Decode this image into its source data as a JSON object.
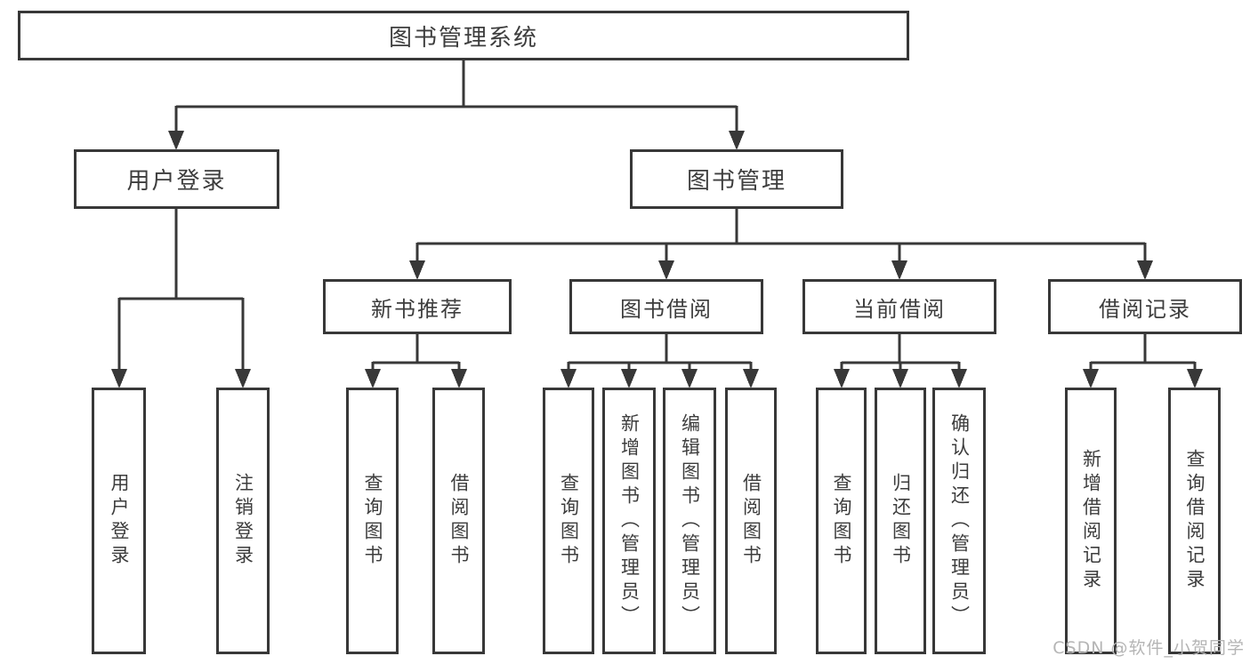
{
  "diagram": {
    "type": "tree",
    "root": {
      "label": "图书管理系统",
      "children": [
        {
          "label": "用户登录",
          "children": [
            {
              "label": "用户登录"
            },
            {
              "label": "注销登录"
            }
          ]
        },
        {
          "label": "图书管理",
          "children": [
            {
              "label": "新书推荐",
              "children": [
                {
                  "label": "查询图书"
                },
                {
                  "label": "借阅图书"
                }
              ]
            },
            {
              "label": "图书借阅",
              "children": [
                {
                  "label": "查询图书"
                },
                {
                  "label": "新增图书（管理员）"
                },
                {
                  "label": "编辑图书（管理员）"
                },
                {
                  "label": "借阅图书"
                }
              ]
            },
            {
              "label": "当前借阅",
              "children": [
                {
                  "label": "查询图书"
                },
                {
                  "label": "归还图书"
                },
                {
                  "label": "确认归还（管理员）"
                }
              ]
            },
            {
              "label": "借阅记录",
              "children": [
                {
                  "label": "新增借阅记录"
                },
                {
                  "label": "查询借阅记录"
                }
              ]
            }
          ]
        }
      ]
    }
  },
  "watermark": {
    "text": "CSDN @软件_小贺同学"
  },
  "colors": {
    "line": "#383838",
    "text": "#3d3d3d",
    "watermark": "#b5b5b5",
    "bg": "#ffffff"
  }
}
